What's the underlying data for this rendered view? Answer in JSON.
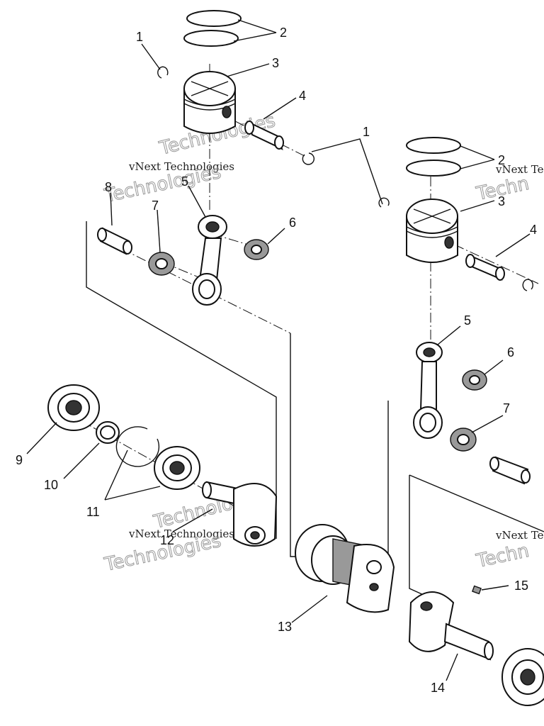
{
  "watermark": {
    "line1": "vNext Technologies",
    "line2": "Technologies",
    "short1": "vNext Te",
    "short2": "Techn"
  },
  "callouts": [
    "1",
    "2",
    "3",
    "4",
    "5",
    "6",
    "7",
    "8",
    "9",
    "10",
    "11",
    "12",
    "13",
    "14",
    "15"
  ]
}
